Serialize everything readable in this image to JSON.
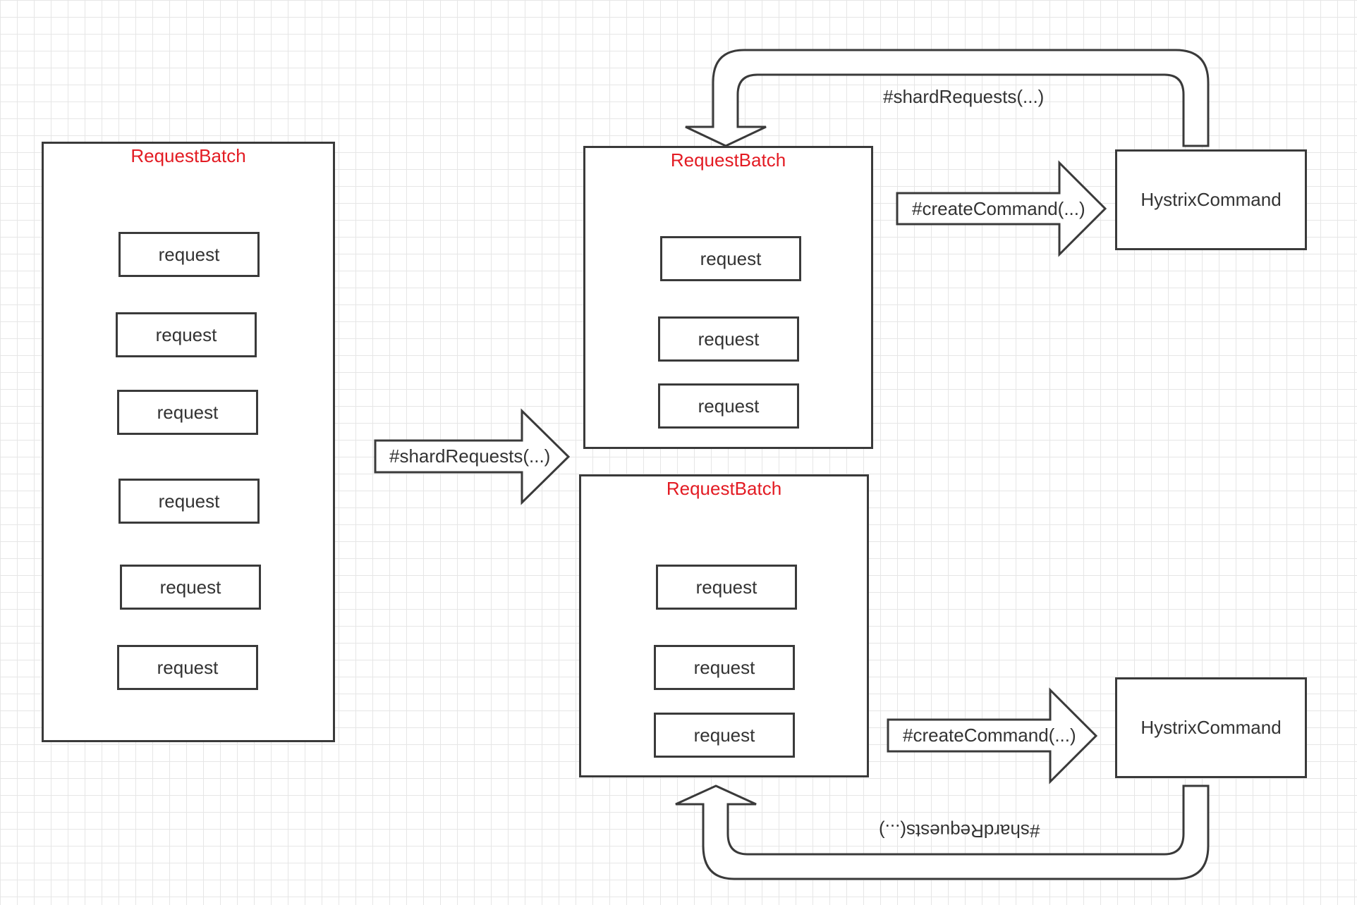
{
  "source_batch": {
    "title": "RequestBatch",
    "requests": [
      "request",
      "request",
      "request",
      "request",
      "request",
      "request"
    ]
  },
  "shard_arrow": {
    "label": "#shardRequests(...)"
  },
  "batch_top": {
    "title": "RequestBatch",
    "requests": [
      "request",
      "request",
      "request"
    ]
  },
  "batch_bottom": {
    "title": "RequestBatch",
    "requests": [
      "request",
      "request",
      "request"
    ]
  },
  "create_top": {
    "label": "#createCommand(...)"
  },
  "create_bottom": {
    "label": "#createCommand(...)"
  },
  "command_top": {
    "label": "HystrixCommand"
  },
  "command_bottom": {
    "label": "HystrixCommand"
  },
  "return_top": {
    "label": "#shardRequests(...)"
  },
  "return_bottom": {
    "label": "#shardRequests(...)"
  },
  "colors": {
    "title_red": "#e31b23",
    "stroke": "#3a3a3a",
    "grid": "#e6e6e6"
  }
}
